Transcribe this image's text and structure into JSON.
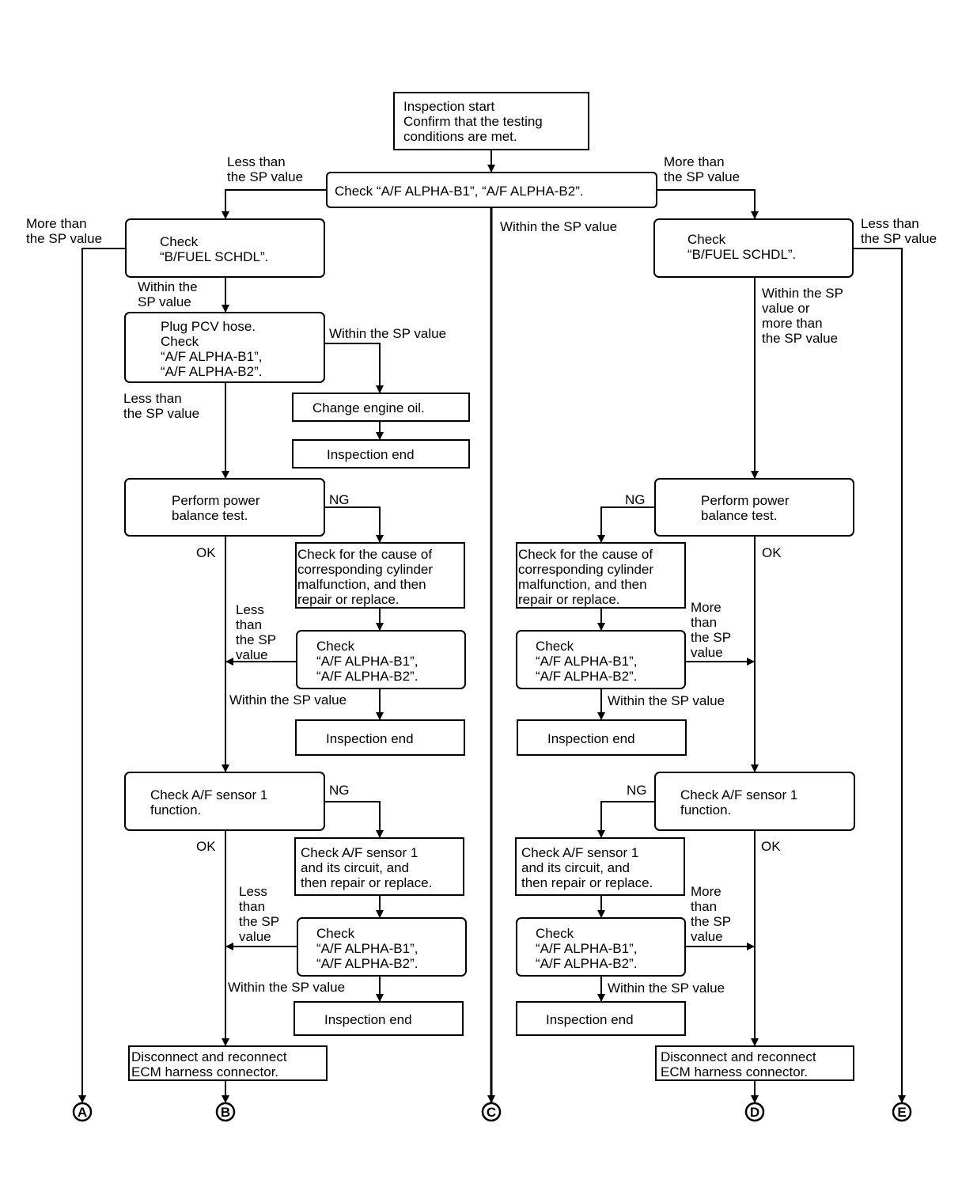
{
  "boxes": {
    "start": [
      "Inspection start",
      "Confirm that the testing",
      "conditions are met."
    ],
    "check_alpha": [
      "Check “A/F ALPHA-B1”, “A/F ALPHA-B2”."
    ],
    "left_bfuel": [
      "Check",
      "“B/FUEL SCHDL”."
    ],
    "right_bfuel": [
      "Check",
      "“B/FUEL SCHDL”."
    ],
    "plug_pcv": [
      "Plug PCV hose.",
      "Check",
      "“A/F ALPHA-B1”,",
      "“A/F ALPHA-B2”."
    ],
    "change_oil": [
      "Change engine oil."
    ],
    "end_oil": [
      "Inspection end"
    ],
    "left_power": [
      "Perform power",
      "balance test."
    ],
    "right_power": [
      "Perform power",
      "balance test."
    ],
    "left_cause": [
      "Check for the cause of",
      "corresponding cylinder",
      "malfunction, and then",
      "repair or replace."
    ],
    "right_cause": [
      "Check for the cause of",
      "corresponding cylinder",
      "malfunction, and then",
      "repair or replace."
    ],
    "left_check2": [
      "Check",
      "“A/F ALPHA-B1”,",
      "“A/F ALPHA-B2”."
    ],
    "right_check2": [
      "Check",
      "“A/F ALPHA-B1”,",
      "“A/F ALPHA-B2”."
    ],
    "left_end2": [
      "Inspection end"
    ],
    "right_end2": [
      "Inspection end"
    ],
    "left_sensor": [
      "Check A/F sensor 1",
      "function."
    ],
    "right_sensor": [
      "Check A/F sensor 1",
      "function."
    ],
    "left_sensor_circ": [
      "Check A/F sensor 1",
      "and its circuit, and",
      "then repair or replace."
    ],
    "right_sensor_circ": [
      "Check A/F sensor 1",
      "and its circuit, and",
      "then repair or replace."
    ],
    "left_check3": [
      "Check",
      "“A/F ALPHA-B1”,",
      "“A/F ALPHA-B2”."
    ],
    "right_check3": [
      "Check",
      "“A/F ALPHA-B1”,",
      "“A/F ALPHA-B2”."
    ],
    "left_end3": [
      "Inspection end"
    ],
    "right_end3": [
      "Inspection end"
    ],
    "left_ecm": [
      "Disconnect and reconnect",
      "ECM harness connector."
    ],
    "right_ecm": [
      "Disconnect and reconnect",
      "ECM harness connector."
    ]
  },
  "labels": {
    "less_top": [
      "Less than",
      "the SP value"
    ],
    "more_top": [
      "More than",
      "the SP value"
    ],
    "within_center": [
      "Within the SP value"
    ],
    "more_far_left": [
      "More than",
      "the SP value"
    ],
    "less_far_right": [
      "Less than",
      "the SP value"
    ],
    "within_left_bfuel": [
      "Within the",
      "SP value"
    ],
    "within_right_bfuel": [
      "Within the SP",
      "value or",
      "more than",
      "the SP value"
    ],
    "within_pcv": [
      "Within the SP value"
    ],
    "less_pcv": [
      "Less than",
      "the SP value"
    ],
    "ng_left_power": [
      "NG"
    ],
    "ng_right_power": [
      "NG"
    ],
    "ok_left_power": [
      "OK"
    ],
    "ok_right_power": [
      "OK"
    ],
    "less_left_check2": [
      "Less",
      "than",
      "the SP",
      "value"
    ],
    "more_right_check2": [
      "More",
      "than",
      "the SP",
      "value"
    ],
    "within_left_check2": [
      "Within the SP value"
    ],
    "within_right_check2": [
      "Within the SP value"
    ],
    "ng_left_sensor": [
      "NG"
    ],
    "ng_right_sensor": [
      "NG"
    ],
    "ok_left_sensor": [
      "OK"
    ],
    "ok_right_sensor": [
      "OK"
    ],
    "less_left_check3": [
      "Less",
      "than",
      "the SP",
      "value"
    ],
    "more_right_check3": [
      "More",
      "than",
      "the SP",
      "value"
    ],
    "within_left_check3": [
      "Within the SP value"
    ],
    "within_right_check3": [
      "Within the SP value"
    ]
  },
  "connectors": [
    "A",
    "B",
    "C",
    "D",
    "E"
  ]
}
